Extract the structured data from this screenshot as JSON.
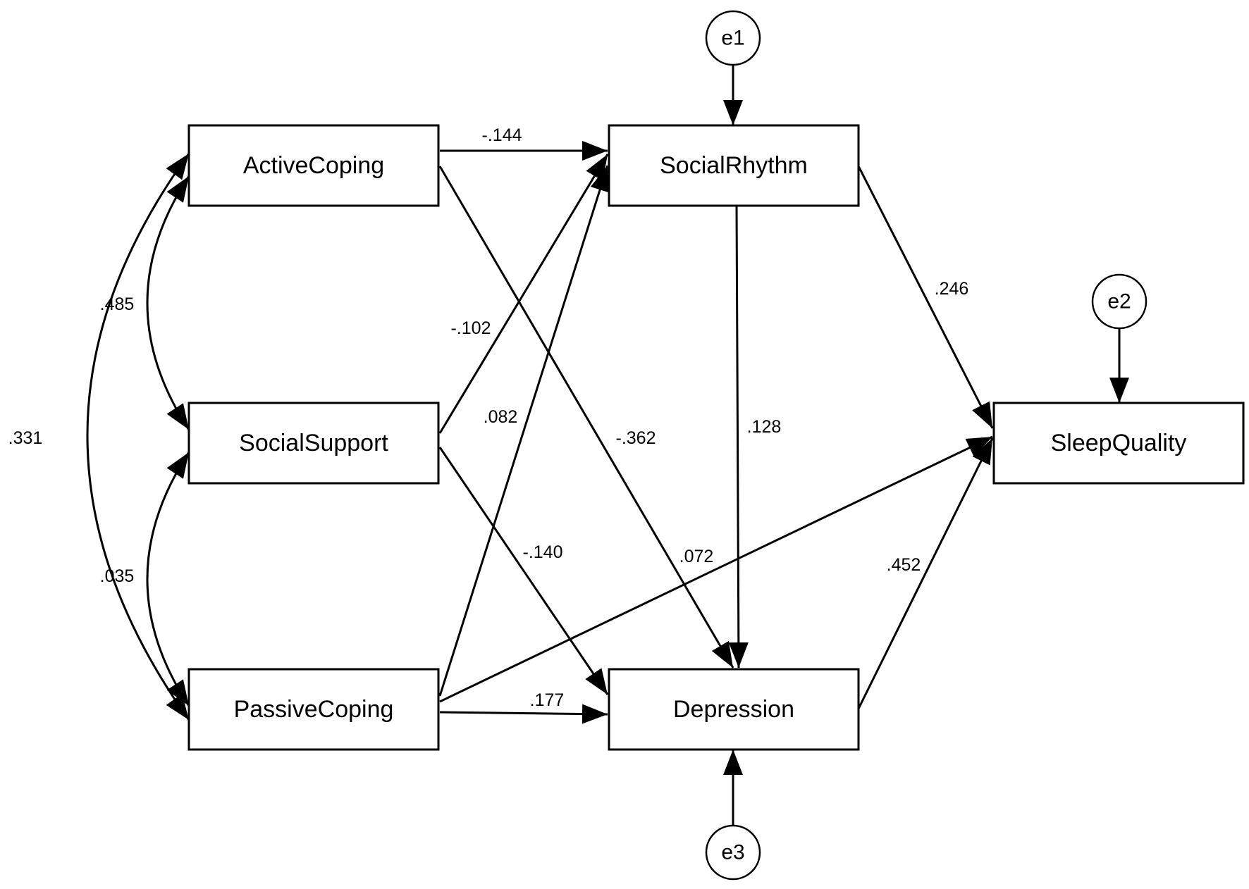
{
  "nodes": {
    "active_coping": "ActiveCoping",
    "social_support": "SocialSupport",
    "passive_coping": "PassiveCoping",
    "social_rhythm": "SocialRhythm",
    "depression": "Depression",
    "sleep_quality": "SleepQuality"
  },
  "errors": {
    "e1": "e1",
    "e2": "e2",
    "e3": "e3"
  },
  "edges": [
    {
      "from": "ActiveCoping",
      "to": "SocialRhythm",
      "coefficient": "-.144"
    },
    {
      "from": "SocialSupport",
      "to": "SocialRhythm",
      "coefficient": "-.102"
    },
    {
      "from": "PassiveCoping",
      "to": "SocialRhythm",
      "coefficient": ".082"
    },
    {
      "from": "ActiveCoping",
      "to": "Depression",
      "coefficient": "-.362"
    },
    {
      "from": "SocialSupport",
      "to": "Depression",
      "coefficient": "-.140"
    },
    {
      "from": "PassiveCoping",
      "to": "Depression",
      "coefficient": ".177"
    },
    {
      "from": "PassiveCoping",
      "to": "SleepQuality",
      "coefficient": ".072"
    },
    {
      "from": "SocialRhythm",
      "to": "Depression",
      "coefficient": ".128"
    },
    {
      "from": "SocialRhythm",
      "to": "SleepQuality",
      "coefficient": ".246"
    },
    {
      "from": "Depression",
      "to": "SleepQuality",
      "coefficient": ".452"
    },
    {
      "from": "e1",
      "to": "SocialRhythm"
    },
    {
      "from": "e2",
      "to": "SleepQuality"
    },
    {
      "from": "e3",
      "to": "Depression"
    }
  ],
  "covariances": [
    {
      "between": [
        "ActiveCoping",
        "SocialSupport"
      ],
      "coefficient": ".485"
    },
    {
      "between": [
        "SocialSupport",
        "PassiveCoping"
      ],
      "coefficient": ".035"
    },
    {
      "between": [
        "ActiveCoping",
        "PassiveCoping"
      ],
      "coefficient": ".331"
    }
  ]
}
